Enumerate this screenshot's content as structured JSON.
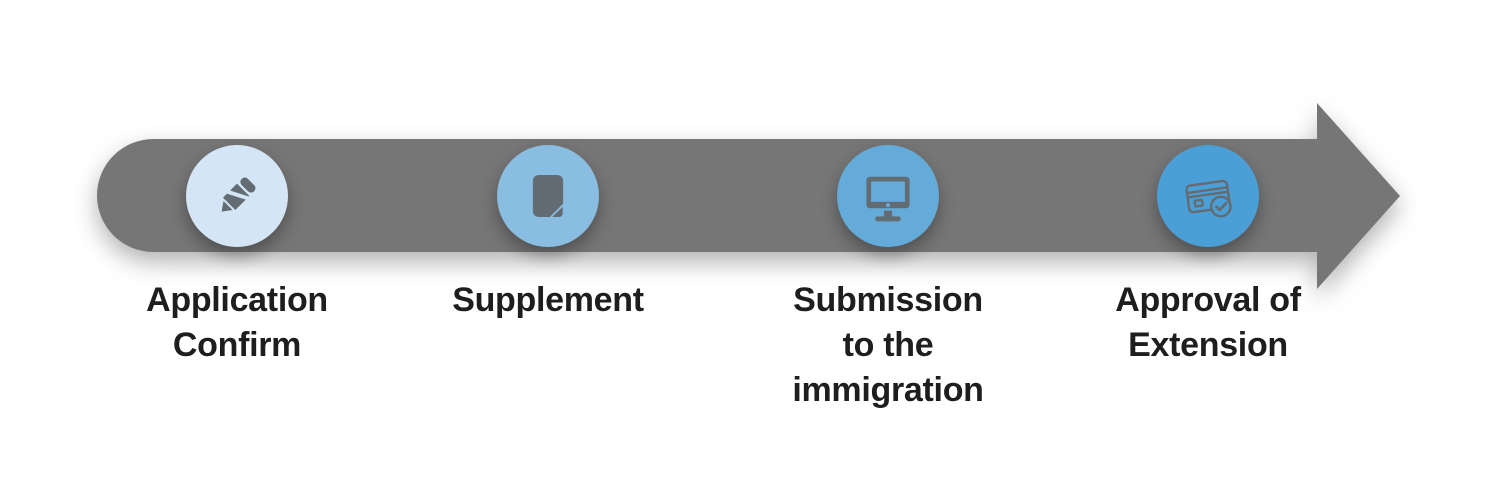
{
  "theme": {
    "bg": "#ffffff",
    "arrow": "#767676",
    "icon": "#636c73",
    "text": "#1e1e1e",
    "step1": "#d4e6f5",
    "step2": "#8abde2",
    "step3": "#64abd9",
    "step4": "#4aa0d6"
  },
  "steps": [
    {
      "label": "Application\nConfirm",
      "icon": "pencil-icon"
    },
    {
      "label": "Supplement",
      "icon": "document-icon"
    },
    {
      "label": "Submission\nto the\nimmigration",
      "icon": "monitor-icon"
    },
    {
      "label": "Approval of\nExtension",
      "icon": "credit-card-check-icon"
    }
  ]
}
